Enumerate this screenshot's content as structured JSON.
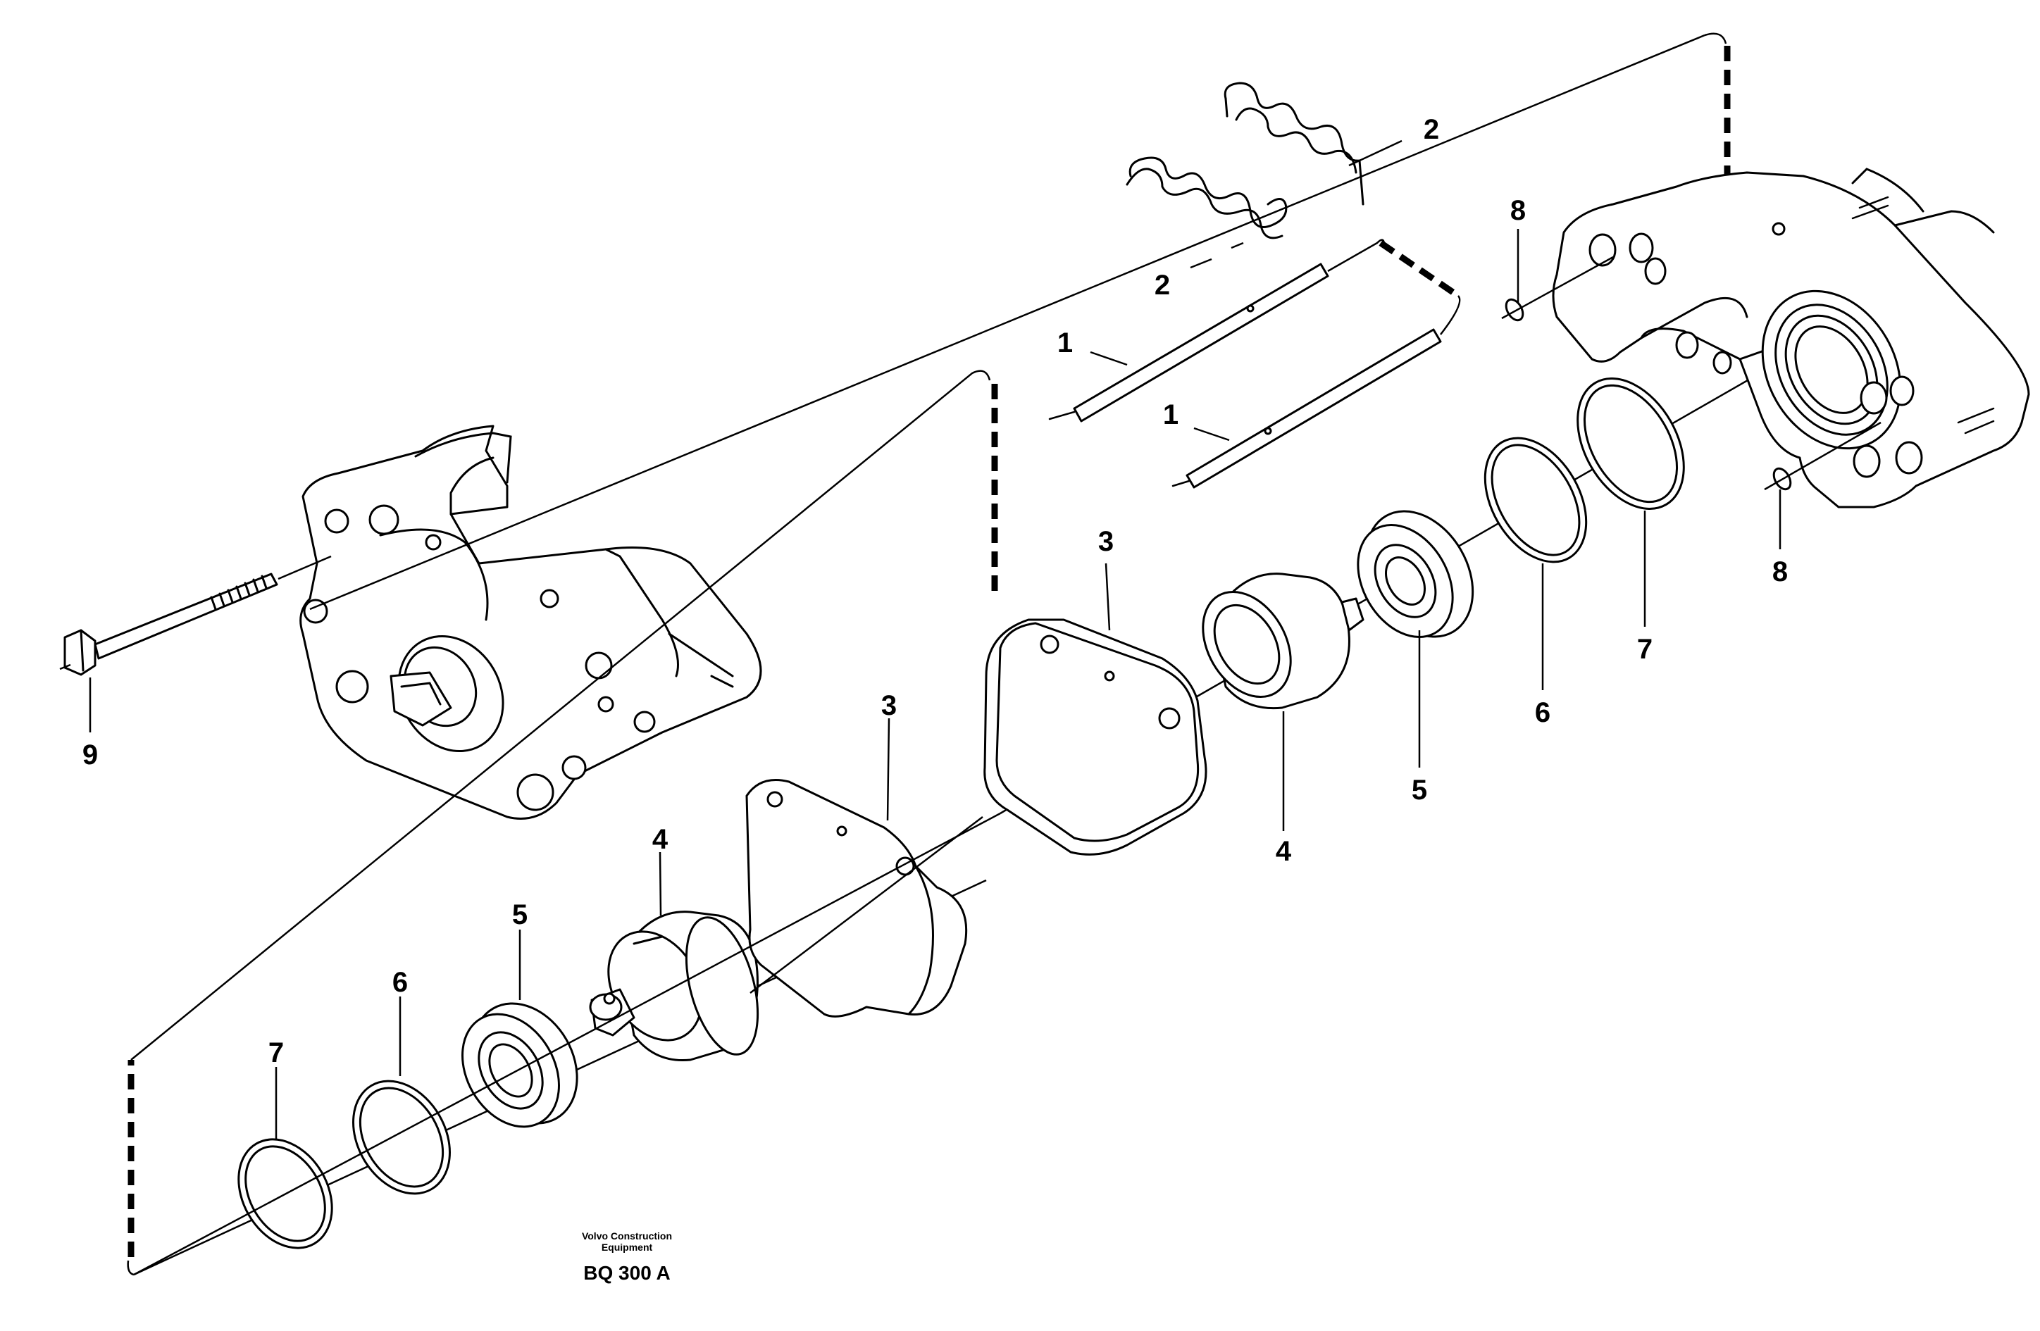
{
  "diagram": {
    "callouts": {
      "one_a": "1",
      "one_b": "1",
      "two_a": "2",
      "two_b": "2",
      "three_a": "3",
      "three_b": "3",
      "four_a": "4",
      "four_b": "4",
      "five_a": "5",
      "five_b": "5",
      "six_a": "6",
      "six_b": "6",
      "seven_a": "7",
      "seven_b": "7",
      "eight_a": "8",
      "eight_b": "8",
      "nine": "9"
    },
    "footer": {
      "brand_line1": "Volvo Construction",
      "brand_line2": "Equipment",
      "code": "BQ 300 A"
    },
    "colors": {
      "ink": "#000000",
      "paper": "#ffffff"
    }
  }
}
